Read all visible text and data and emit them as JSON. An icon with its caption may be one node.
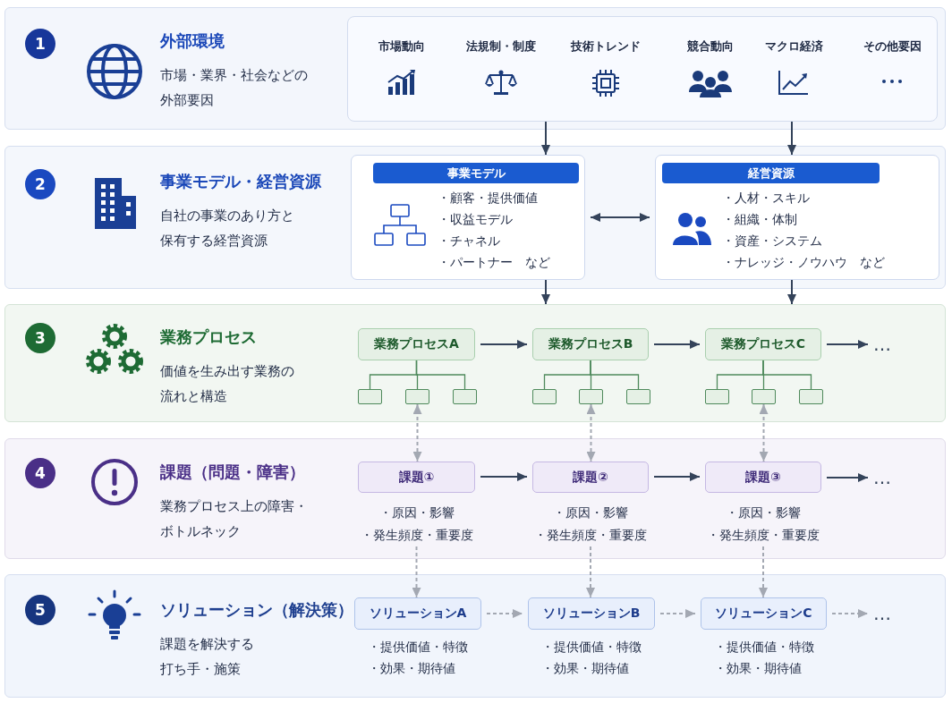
{
  "diagram": {
    "nodes": [
      {
        "text": [
          "外部環境",
          "市場・業界・社会などの外部要因"
        ]
      },
      {
        "text": [
          "1"
        ],
        "in": 0
      },
      {
        "text": [
          "市場動向",
          "法規制・制度",
          "技術トレンド",
          "競合動向",
          "マクロ経済",
          "その他要因"
        ],
        "in": 0
      },
      {
        "text": [
          "事業モデル・経営資源",
          "自社の事業のあり方と保有する経営資源"
        ]
      },
      {
        "text": [
          "2"
        ],
        "in": 3
      },
      {
        "text": [
          "事業モデル",
          "・顧客・提供価値",
          "・収益モデル",
          "・チャネル",
          "・パートナー　など"
        ],
        "in": 3
      },
      {
        "text": [
          "経営資源",
          "・人材・スキル",
          "・組織・体制",
          "・資産・システム",
          "・ナレッジ・ノウハウ　など"
        ],
        "in": 3
      },
      {
        "text": [
          "業務プロセス",
          "価値を生み出す業務の流れと構造"
        ]
      },
      {
        "text": [
          "3"
        ],
        "in": 7
      },
      {
        "text": [
          "業務プロセスA"
        ],
        "in": 7
      },
      {
        "text": [
          "業務プロセスB"
        ],
        "in": 7
      },
      {
        "text": [
          "業務プロセスC"
        ],
        "in": 7
      },
      {
        "text": [],
        "shape": "box",
        "in": 7
      },
      {
        "text": [],
        "shape": "box",
        "in": 7
      },
      {
        "text": [],
        "shape": "box",
        "in": 7
      },
      {
        "text": [],
        "shape": "box",
        "in": 7
      },
      {
        "text": [],
        "shape": "box",
        "in": 7
      },
      {
        "text": [],
        "shape": "box",
        "in": 7
      },
      {
        "text": [],
        "shape": "box",
        "in": 7
      },
      {
        "text": [],
        "shape": "box",
        "in": 7
      },
      {
        "text": [],
        "shape": "box",
        "in": 7
      },
      {
        "text": [
          "…"
        ],
        "in": 7
      },
      {
        "text": [
          "課題（問題・障害）",
          "業務プロセス上の障害・ボトルネック"
        ]
      },
      {
        "text": [
          "4"
        ],
        "in": 22
      },
      {
        "text": [
          "課題①"
        ],
        "beside": [
          "・原因・影響",
          "・発生頻度・重要度"
        ],
        "in": 22
      },
      {
        "text": [
          "課題②"
        ],
        "beside": [
          "・原因・影響",
          "・発生頻度・重要度"
        ],
        "in": 22
      },
      {
        "text": [
          "課題③"
        ],
        "beside": [
          "・原因・影響",
          "・発生頻度・重要度"
        ],
        "in": 22
      },
      {
        "text": [
          "…"
        ],
        "in": 22
      },
      {
        "text": [
          "ソリューション（解決策）",
          "課題を解決する打ち手・施策"
        ]
      },
      {
        "text": [
          "5"
        ],
        "in": 28
      },
      {
        "text": [
          "ソリューションA"
        ],
        "beside": [
          "・提供価値・特徴",
          "・効果・期待値"
        ],
        "in": 28
      },
      {
        "text": [
          "ソリューションB"
        ],
        "beside": [
          "・提供価値・特徴",
          "・効果・期待値"
        ],
        "in": 28
      },
      {
        "text": [
          "ソリューションC"
        ],
        "beside": [
          "・提供価値・特徴",
          "・効果・期待値"
        ],
        "in": 28
      },
      {
        "text": [
          "…"
        ],
        "in": 28
      }
    ],
    "edges": [
      {
        "from": 2,
        "to": 5,
        "arrow": "to"
      },
      {
        "from": 2,
        "to": 6,
        "arrow": "to"
      },
      {
        "from": 5,
        "to": 6,
        "arrow": "both"
      },
      {
        "from": 5,
        "to": 7,
        "arrow": "to"
      },
      {
        "from": 6,
        "to": 7,
        "arrow": "to"
      },
      {
        "from": 9,
        "to": 12,
        "arrow": "none",
        "color": "#4f8a5c"
      },
      {
        "from": 9,
        "to": 13,
        "arrow": "none",
        "color": "#4f8a5c"
      },
      {
        "from": 9,
        "to": 14,
        "arrow": "none",
        "color": "#4f8a5c"
      },
      {
        "from": 10,
        "to": 15,
        "arrow": "none",
        "color": "#4f8a5c"
      },
      {
        "from": 10,
        "to": 16,
        "arrow": "none",
        "color": "#4f8a5c"
      },
      {
        "from": 10,
        "to": 17,
        "arrow": "none",
        "color": "#4f8a5c"
      },
      {
        "from": 11,
        "to": 18,
        "arrow": "none",
        "color": "#4f8a5c"
      },
      {
        "from": 11,
        "to": 19,
        "arrow": "none",
        "color": "#4f8a5c"
      },
      {
        "from": 11,
        "to": 20,
        "arrow": "none",
        "color": "#4f8a5c"
      },
      {
        "from": 9,
        "to": 10,
        "arrow": "to"
      },
      {
        "from": 10,
        "to": 11,
        "arrow": "to"
      },
      {
        "from": 11,
        "to": 21,
        "arrow": "to"
      },
      {
        "from": 13,
        "to": 24,
        "arrow": "both",
        "style": "dashed",
        "color": "#a3a8b2"
      },
      {
        "from": 16,
        "to": 25,
        "arrow": "both",
        "style": "dashed",
        "color": "#a3a8b2"
      },
      {
        "from": 19,
        "to": 26,
        "arrow": "both",
        "style": "dashed",
        "color": "#a3a8b2"
      },
      {
        "from": 24,
        "to": 25,
        "arrow": "to"
      },
      {
        "from": 25,
        "to": 26,
        "arrow": "to"
      },
      {
        "from": 26,
        "to": 27,
        "arrow": "to"
      },
      {
        "from": 24,
        "to": 30,
        "arrow": "to",
        "style": "dashed",
        "color": "#a3a8b2"
      },
      {
        "from": 25,
        "to": 31,
        "arrow": "to",
        "style": "dashed",
        "color": "#a3a8b2"
      },
      {
        "from": 26,
        "to": 32,
        "arrow": "to",
        "style": "dashed",
        "color": "#a3a8b2"
      },
      {
        "from": 30,
        "to": 31,
        "arrow": "to",
        "style": "dashed",
        "color": "#a3a8b2"
      },
      {
        "from": 31,
        "to": 32,
        "arrow": "to",
        "style": "dashed",
        "color": "#a3a8b2"
      },
      {
        "from": 32,
        "to": 33,
        "arrow": "to",
        "style": "dashed",
        "color": "#a3a8b2"
      }
    ]
  }
}
